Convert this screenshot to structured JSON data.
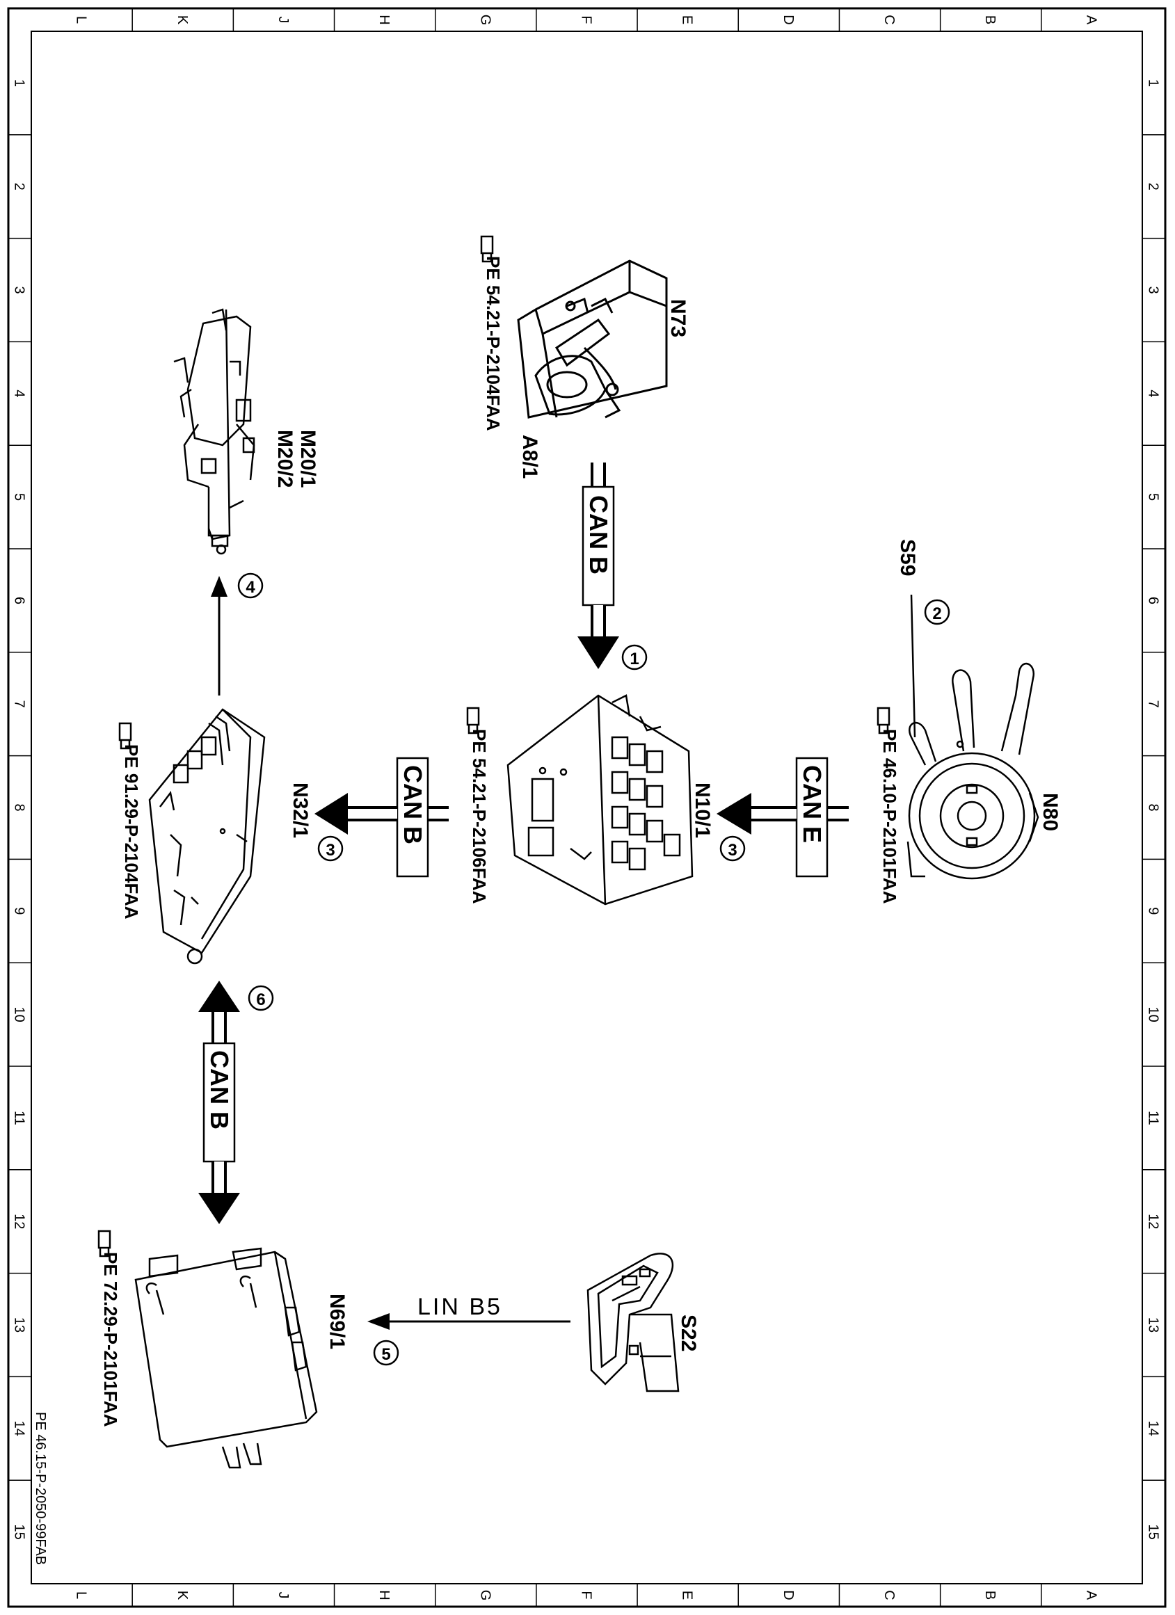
{
  "frame": {
    "columns": [
      "L",
      "K",
      "J",
      "H",
      "G",
      "F",
      "E",
      "D",
      "C",
      "B",
      "A"
    ],
    "rows": [
      "1",
      "2",
      "3",
      "4",
      "5",
      "6",
      "7",
      "8",
      "9",
      "10",
      "11",
      "12",
      "13",
      "14",
      "15"
    ],
    "drawing_number": "PE 46.15-P-2050-99FAB"
  },
  "components": {
    "n73": "N73",
    "a8_1": "A8/1",
    "m20_1": "M20/1",
    "m20_2": "M20/2",
    "s59": "S59",
    "n80": "N80",
    "n10_1": "N10/1",
    "n32_1": "N32/1",
    "n69_1": "N69/1",
    "s22": "S22"
  },
  "references": {
    "a8_1": "PE 54.21-P-2104FAA",
    "n10_1": "PE 54.21-P-2106FAA",
    "n80": "PE 46.10-P-2101FAA",
    "n32_1": "PE 91.29-P-2104FAA",
    "n69_1": "PE 72.29-P-2101FAA"
  },
  "buses": {
    "can_b_1": "CAN B",
    "can_e": "CAN E",
    "can_b_2": "CAN B",
    "can_b_3": "CAN B",
    "lin_b5": "LIN B5"
  },
  "steps": {
    "s1": "1",
    "s2": "2",
    "s3a": "3",
    "s3b": "3",
    "s4": "4",
    "s5": "5",
    "s6": "6"
  },
  "icons": [
    "pointing-hand-icon",
    "steering-lock-icon",
    "ignition-switch-icon",
    "combination-switch-icon",
    "control-module-icon"
  ]
}
